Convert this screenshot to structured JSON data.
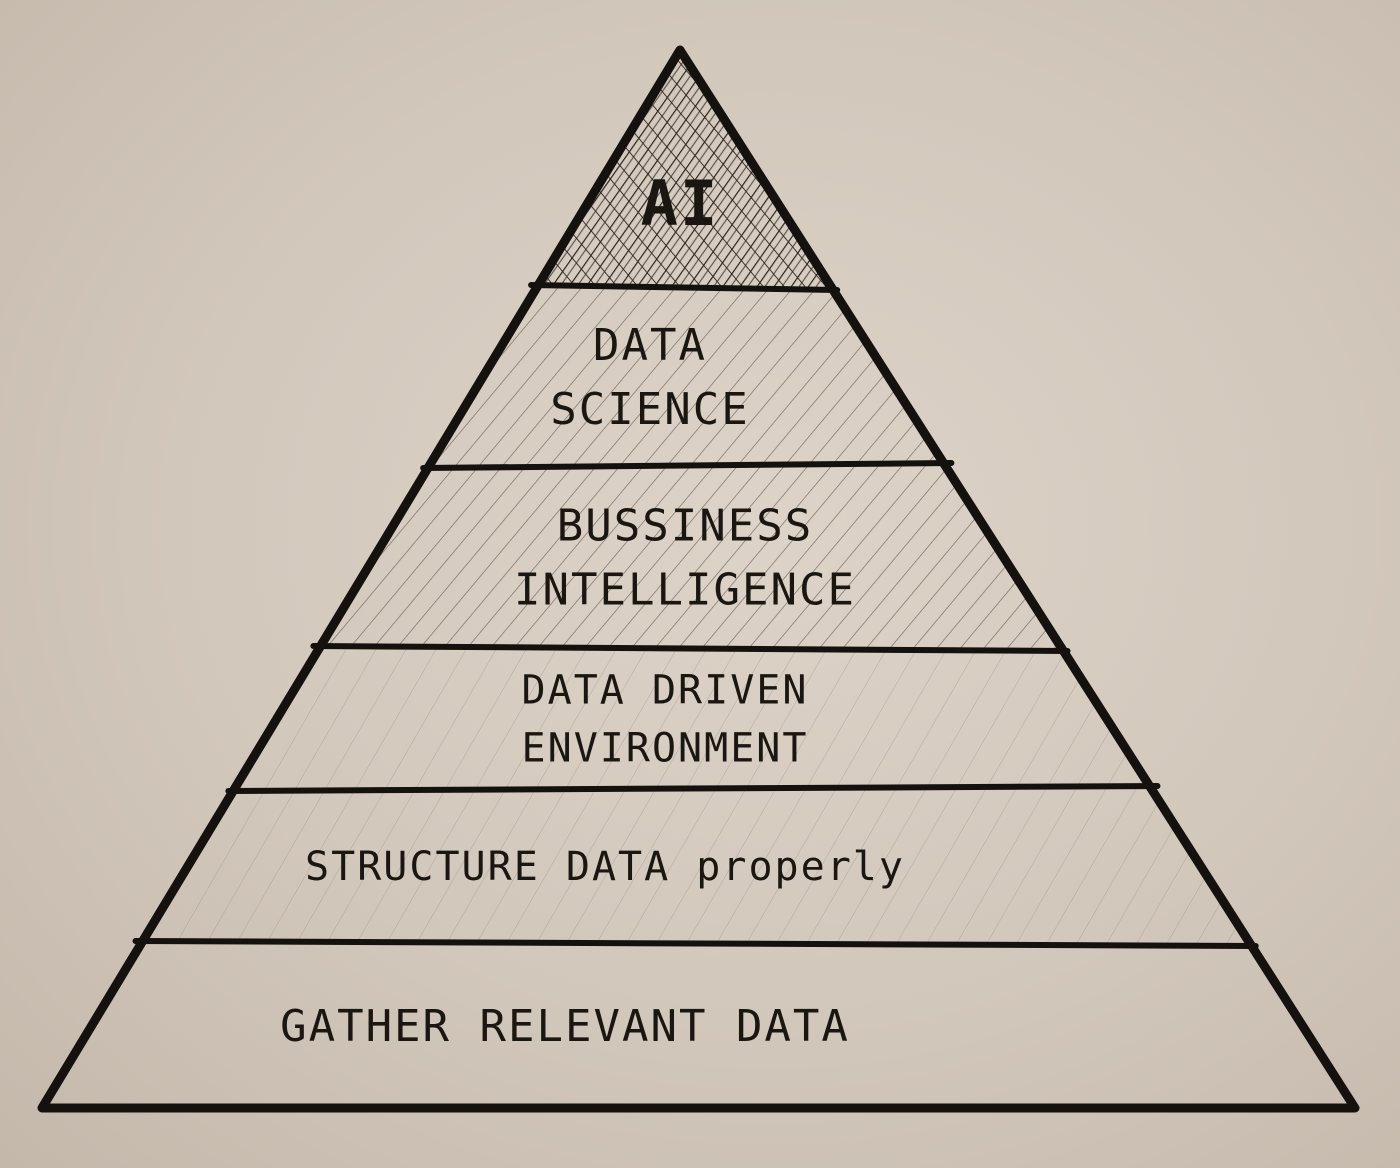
{
  "diagram": {
    "type": "pyramid",
    "tiers": [
      {
        "label_lines": [
          "AI"
        ],
        "hatch": "cross"
      },
      {
        "label_lines": [
          "DATA",
          "SCIENCE"
        ],
        "hatch": "diagonal"
      },
      {
        "label_lines": [
          "BUSSINESS",
          "INTELLIGENCE"
        ],
        "hatch": "diagonal"
      },
      {
        "label_lines": [
          "DATA DRIVEN",
          "ENVIRONMENT"
        ],
        "hatch": "light"
      },
      {
        "label_lines": [
          "STRUCTURE DATA properly"
        ],
        "hatch": "light"
      },
      {
        "label_lines": [
          "GATHER RELEVANT DATA"
        ],
        "hatch": "none"
      }
    ]
  }
}
